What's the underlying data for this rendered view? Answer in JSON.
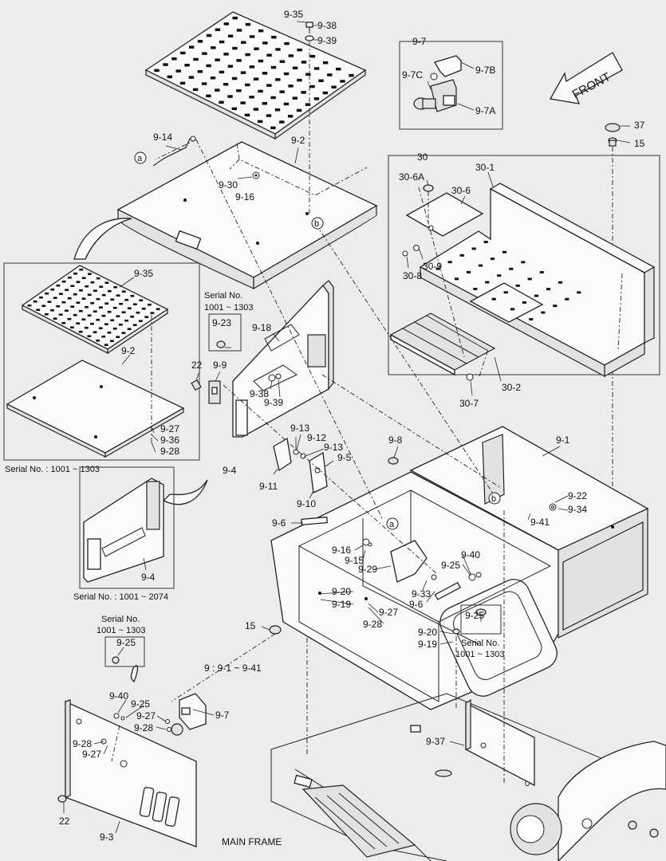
{
  "labels": {
    "l_9_35a": "9-35",
    "l_9_38a": "9-38",
    "l_9_39a": "9-39",
    "l_9_7": "9-7",
    "l_9_7b": "9-7B",
    "l_9_7c": "9-7C",
    "l_9_7a": "9-7A",
    "front": "FRONT",
    "l_37": "37",
    "l_15a": "15",
    "l_9_14": "9-14",
    "l_9_2a": "9-2",
    "l_9_30": "9-30",
    "l_9_16a": "9-16",
    "l_30": "30",
    "l_30_6a": "30-6A",
    "l_30_6": "30-6",
    "l_30_1": "30-1",
    "l_30_9": "30-9",
    "l_30_8": "30-8",
    "l_30_2": "30-2",
    "l_30_7": "30-7",
    "l_9_35b": "9-35",
    "l_9_2b": "9-2",
    "l_9_27a": "9-27",
    "l_9_36": "9-36",
    "l_9_28a": "9-28",
    "serial_1303_a": "Serial No. : 1001 ~ 1303",
    "serial_no_a": "Serial No.",
    "serial_range_a": "1001 ~ 1303",
    "l_9_23": "9-23",
    "l_9_18": "9-18",
    "l_22a": "22",
    "l_9_9": "9-9",
    "l_9_38b": "9-38",
    "l_9_39b": "9-39",
    "l_9_13a": "9-13",
    "l_9_12": "9-12",
    "l_9_13b": "9-13",
    "l_9_5": "9-5",
    "l_9_11": "9-11",
    "l_9_10": "9-10",
    "l_9_4a": "9-4",
    "l_9_8": "9-8",
    "l_9_1": "9-1",
    "l_9_22": "9-22",
    "l_9_34": "9-34",
    "l_9_41": "9-41",
    "l_9_4b": "9-4",
    "serial_2074": "Serial No. : 1001 ~ 2074",
    "l_9_6a": "9-6",
    "l_9_16b": "9-16",
    "l_9_15": "9-15",
    "l_9_29": "9-29",
    "l_9_40a": "9-40",
    "l_9_25a": "9-25",
    "l_9_33": "9-33",
    "l_9_6b": "9-6",
    "l_9_20a": "9-20",
    "l_9_19a": "9-19",
    "l_9_27b": "9-27",
    "l_9_28b": "9-28",
    "l_9_25b": "9-25",
    "l_9_20b": "9-20",
    "l_9_19b": "9-19",
    "serial_no_b": "Serial No.",
    "serial_range_b": "1001 ~ 1303",
    "l_15b": "15",
    "serial_no_c": "Serial No.",
    "serial_range_c": "1001 ~ 1303",
    "l_9_25c": "9-25",
    "group_note": "9 : 9-1 ~ 9-41",
    "l_9_40b": "9-40",
    "l_9_25d": "9-25",
    "l_9_7d": "9-7",
    "l_9_27c": "9-27",
    "l_9_28c": "9-28",
    "l_9_28d": "9-28",
    "l_9_27d": "9-27",
    "l_22b": "22",
    "l_9_3": "9-3",
    "l_9_37": "9-37",
    "main_frame": "MAIN FRAME",
    "marker_a": "a",
    "marker_b": "b"
  }
}
